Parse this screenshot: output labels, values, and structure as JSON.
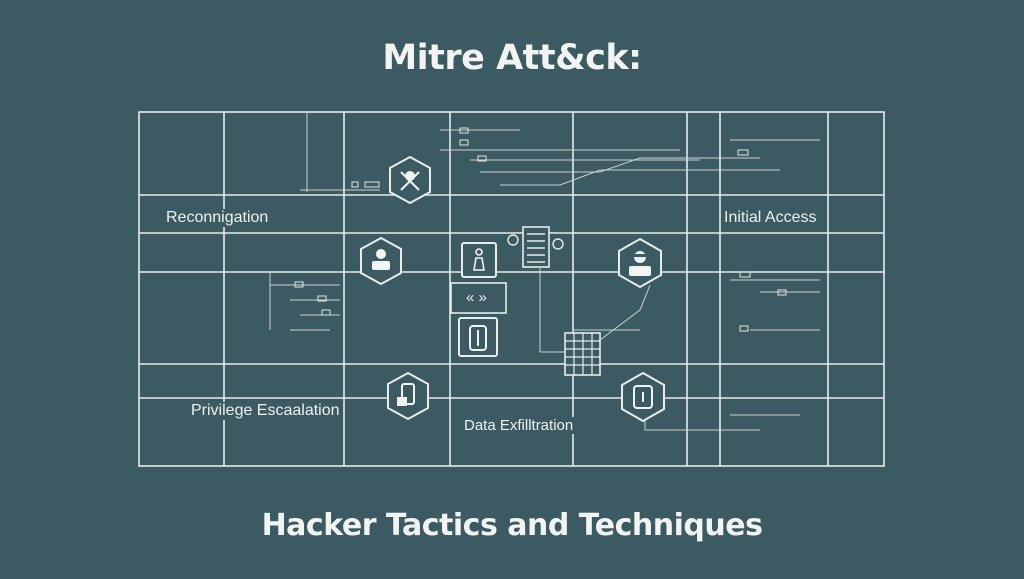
{
  "title": "Mitre Att&ck:",
  "subtitle": "Hacker Tactics and Techniques",
  "labels": {
    "reconnaissance": "Reconnigation",
    "initial_access": "Initial Access",
    "privilege_escalation": "Privilege Escaalation",
    "data_exfiltration": "Data Exfilltration"
  },
  "nav_arrows": "« »",
  "icons": {
    "hex_top": "tools-icon",
    "hex_left": "hacker-icon",
    "hex_right": "masked-hacker-icon",
    "hex_bottom_left": "phone-lock-icon",
    "hex_bottom_right": "device-lock-icon",
    "square_top": "user-lock-icon",
    "square_lower": "usb-device-icon",
    "server_rack": "server-icon",
    "data_grid": "database-grid-icon"
  },
  "colors": {
    "background": "#3b5a62",
    "line": "#e8ecea",
    "text": "#f2f4f3"
  }
}
